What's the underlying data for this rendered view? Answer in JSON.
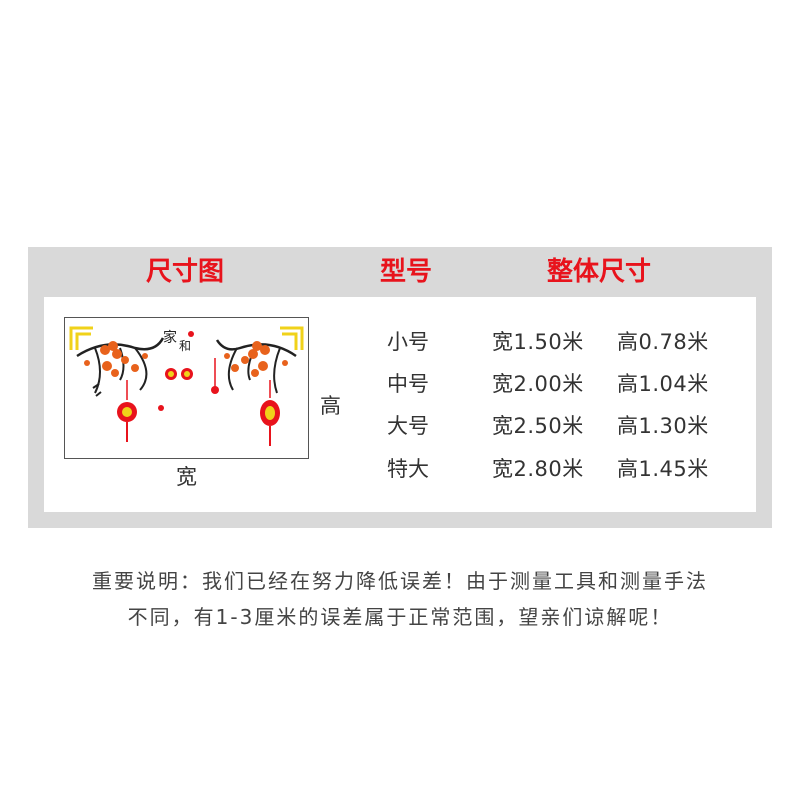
{
  "headers": {
    "size_chart": "尺寸图",
    "model": "型号",
    "dimensions": "整体尺寸"
  },
  "labels": {
    "height": "高",
    "width": "宽"
  },
  "artwork": {
    "calligraphy_1": "家",
    "calligraphy_2": "和"
  },
  "rows": [
    {
      "model": "小号",
      "width": "宽1.50米",
      "height": "高0.78米"
    },
    {
      "model": "中号",
      "width": "宽2.00米",
      "height": "高1.04米"
    },
    {
      "model": "大号",
      "width": "宽2.50米",
      "height": "高1.30米"
    },
    {
      "model": "特大",
      "width": "宽2.80米",
      "height": "高1.45米"
    }
  ],
  "notes": {
    "line1": "重要说明：我们已经在努力降低误差！由于测量工具和测量手法",
    "line2": "不同，有1-3厘米的误差属于正常范围，望亲们谅解呢！"
  },
  "colors": {
    "header_red": "#e8131c",
    "panel_gray": "#d9d9d9",
    "text": "#333333"
  }
}
